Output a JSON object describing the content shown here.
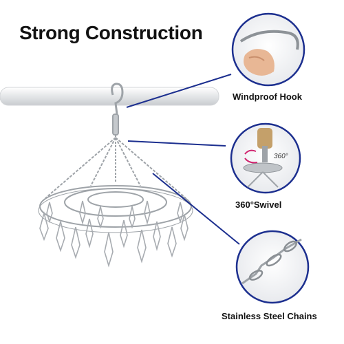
{
  "headline": "Strong Construction",
  "callouts": {
    "hook": "Windproof Hook",
    "swivel": "360°Swivel",
    "chains": "Stainless Steel Chains"
  },
  "swivel_badge": "360°",
  "colors": {
    "callout_line": "#1c2f8f",
    "steel": "#9ea3a8",
    "rail": "#e9eaec",
    "badge": "#d0246e"
  },
  "icons": [
    "hook-closeup-photo",
    "swivel-closeup-photo",
    "chain-closeup-photo",
    "clothes-hanger-photo"
  ]
}
